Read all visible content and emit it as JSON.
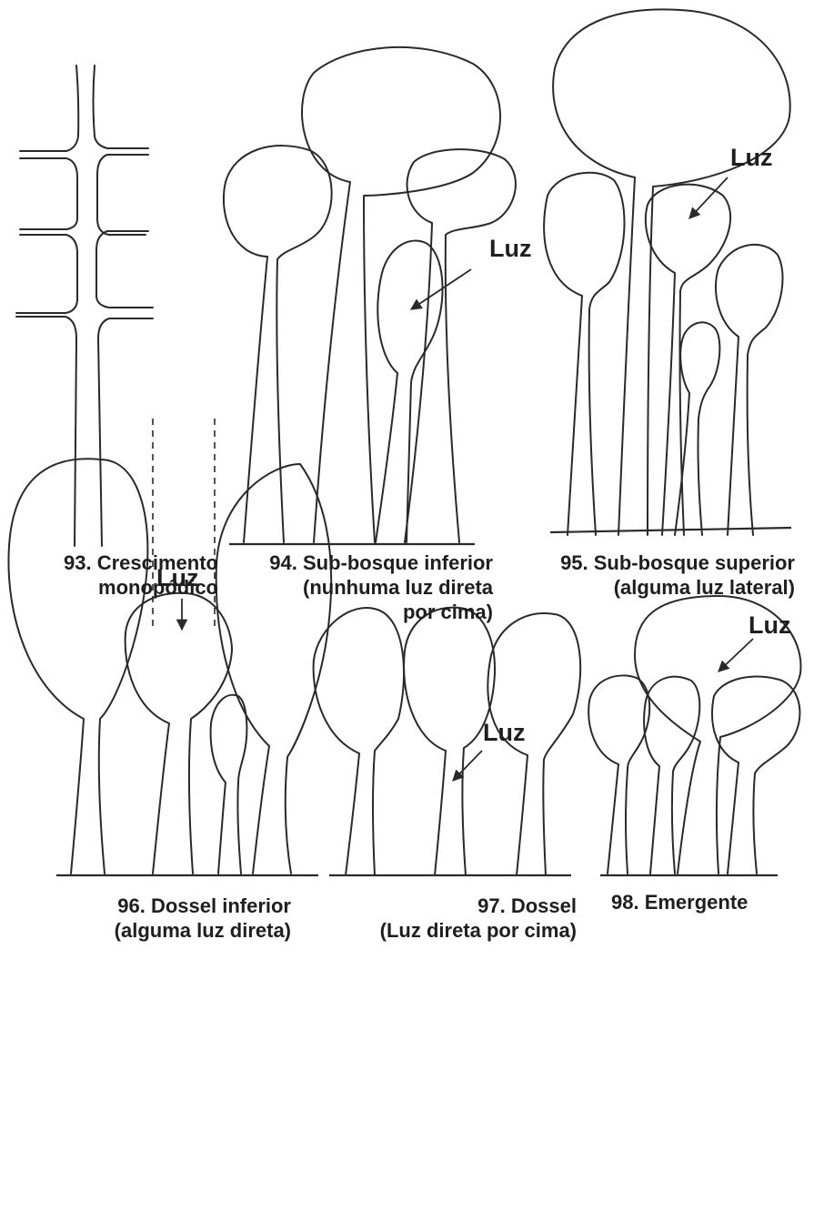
{
  "light_label": "Luz",
  "panels": [
    {
      "id": "93",
      "caption_lines": [
        "93. Crescimento",
        "monopódico"
      ]
    },
    {
      "id": "94",
      "caption_lines": [
        "94. Sub-bosque inferior",
        "(nunhuma luz direta",
        "por cima)"
      ]
    },
    {
      "id": "95",
      "caption_lines": [
        "95. Sub-bosque superior",
        "(alguma luz lateral)"
      ]
    },
    {
      "id": "96",
      "caption_lines": [
        "96. Dossel inferior",
        "(alguma luz direta)"
      ]
    },
    {
      "id": "97",
      "caption_lines": [
        "97. Dossel",
        "(Luz direta por cima)"
      ]
    },
    {
      "id": "98",
      "caption_lines": [
        "98. Emergente"
      ]
    }
  ]
}
